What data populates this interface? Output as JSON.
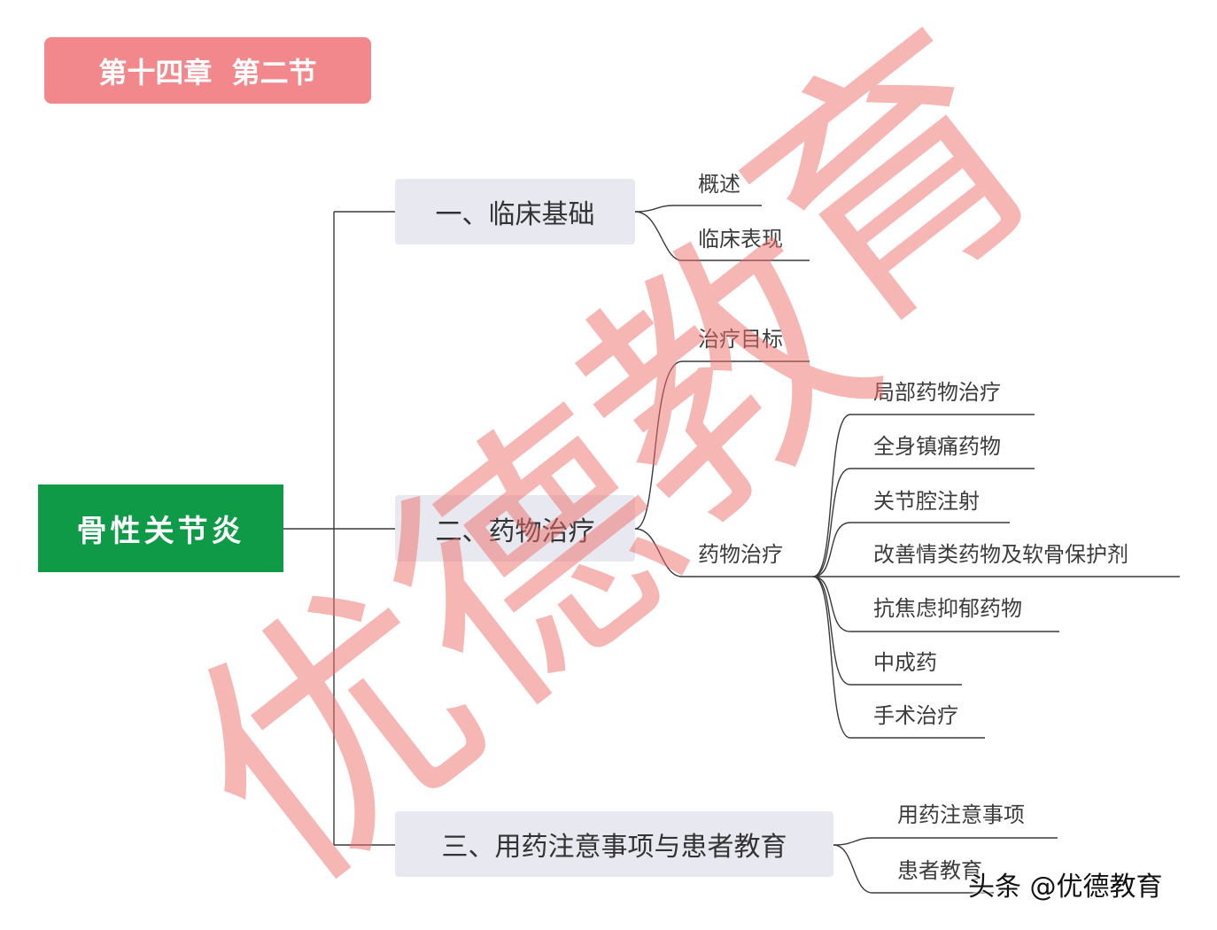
{
  "title_badge": "第十四章  第二节",
  "root": "骨性关节炎",
  "branches": [
    {
      "label": "一、临床基础",
      "children": [
        {
          "label": "概述"
        },
        {
          "label": "临床表现"
        }
      ]
    },
    {
      "label": "二、药物治疗",
      "children": [
        {
          "label": "治疗目标"
        },
        {
          "label": "药物治疗",
          "children": [
            {
              "label": "局部药物治疗"
            },
            {
              "label": "全身镇痛药物"
            },
            {
              "label": "关节腔注射"
            },
            {
              "label": "改善情类药物及软骨保护剂"
            },
            {
              "label": "抗焦虑抑郁药物"
            },
            {
              "label": "中成药"
            },
            {
              "label": "手术治疗"
            }
          ]
        }
      ]
    },
    {
      "label": "三、用药注意事项与患者教育",
      "children": [
        {
          "label": "用药注意事项"
        },
        {
          "label": "患者教育"
        }
      ]
    }
  ],
  "watermark": {
    "chars": [
      "优",
      "德",
      "教",
      "育"
    ],
    "credit": "头条 @优德教育"
  },
  "colors": {
    "badge": "#f3888c",
    "root_bg": "#0f9a48",
    "branch_box": "#e8e8f0",
    "line": "#3a3a3a",
    "watermark": "#ef6f6c"
  }
}
